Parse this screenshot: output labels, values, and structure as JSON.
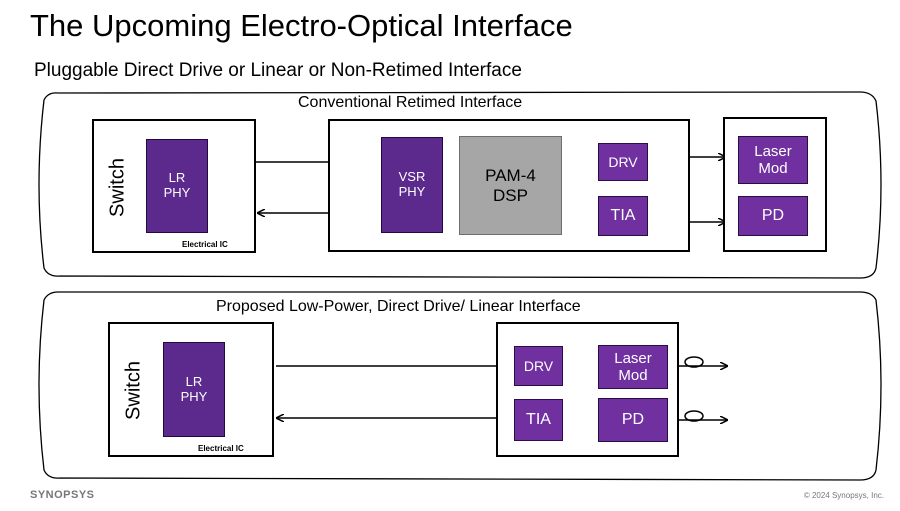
{
  "title": "The Upcoming Electro-Optical Interface",
  "subtitle": "Pluggable Direct Drive or Linear or Non-Retimed Interface",
  "top": {
    "label": "Conventional Retimed Interface",
    "switch_label": "Switch",
    "lr_phy": "LR\nPHY",
    "electrical_ic": "Electrical IC",
    "vsr_phy": "VSR\nPHY",
    "dsp": "PAM-4\nDSP",
    "drv": "DRV",
    "tia": "TIA",
    "laser_mod": "Laser\nMod",
    "pd": "PD"
  },
  "bottom": {
    "label": "Proposed Low-Power, Direct Drive/ Linear Interface",
    "switch_label": "Switch",
    "lr_phy": "LR\nPHY",
    "electrical_ic": "Electrical IC",
    "drv": "DRV",
    "tia": "TIA",
    "laser_mod": "Laser\nMod",
    "pd": "PD"
  },
  "footer": {
    "logo": "SYNOPSYS",
    "copyright": "© 2024 Synopsys, Inc."
  },
  "colors": {
    "chip_purple": "#7030a0",
    "dsp_gray": "#a6a6a6"
  }
}
